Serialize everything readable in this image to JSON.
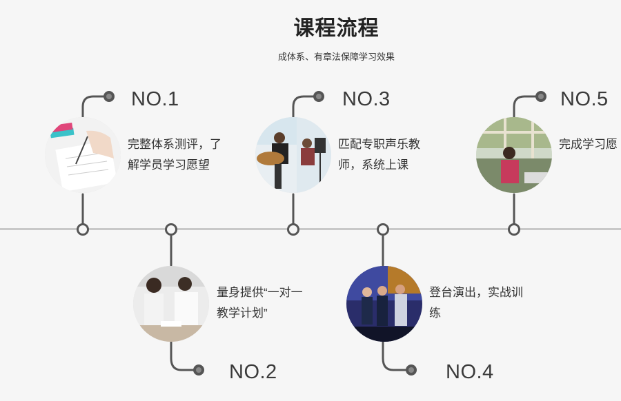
{
  "header": {
    "title": "课程流程",
    "subtitle": "成体系、有章法保障学习效果"
  },
  "steps": [
    {
      "number": "NO.1",
      "text_line1": "完整体系测评，了",
      "text_line2": "解学员学习愿望",
      "photo": "writing-on-paper-photo"
    },
    {
      "number": "NO.2",
      "text_line1": "量身提供“一对一",
      "text_line2": "教学计划”",
      "photo": "teacher-student-photo"
    },
    {
      "number": "NO.3",
      "text_line1": "匹配专职声乐教",
      "text_line2": "师，系统上课",
      "photo": "guitar-lesson-photo"
    },
    {
      "number": "NO.4",
      "text_line1": "登台演出，实战训",
      "text_line2": "练",
      "photo": "stage-performance-photo"
    },
    {
      "number": "NO.5",
      "text_line1": "完成学习愿",
      "text_line2": "",
      "photo": "singing-student-photo"
    }
  ],
  "colors": {
    "background": "#f6f6f6",
    "line": "#c8c8c8",
    "connector": "#555555"
  }
}
